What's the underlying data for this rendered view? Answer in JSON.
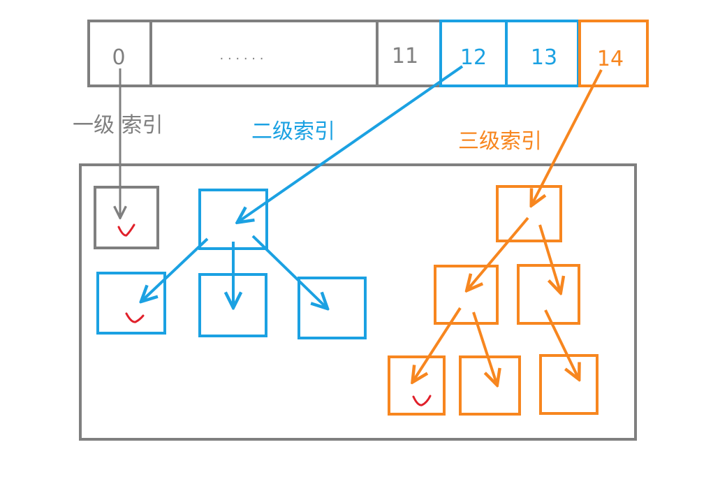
{
  "colors": {
    "gray": "#7f7f7f",
    "blue": "#1ba1e2",
    "orange": "#f7861f",
    "check_red": "#e0202a",
    "background": "#ffffff"
  },
  "array": {
    "cells": [
      {
        "label": "0",
        "color": "gray"
      },
      {
        "label": "· · · · · ·",
        "color": "gray"
      },
      {
        "label": "11",
        "color": "gray"
      },
      {
        "label": "12",
        "color": "blue"
      },
      {
        "label": "13",
        "color": "blue"
      },
      {
        "label": "14",
        "color": "orange"
      }
    ]
  },
  "labels": {
    "level1": "一级 索引",
    "level2": "二级索引",
    "level3": "三级索引"
  },
  "marks": {
    "check_count": 3,
    "check_icon": "checkmark-icon"
  }
}
